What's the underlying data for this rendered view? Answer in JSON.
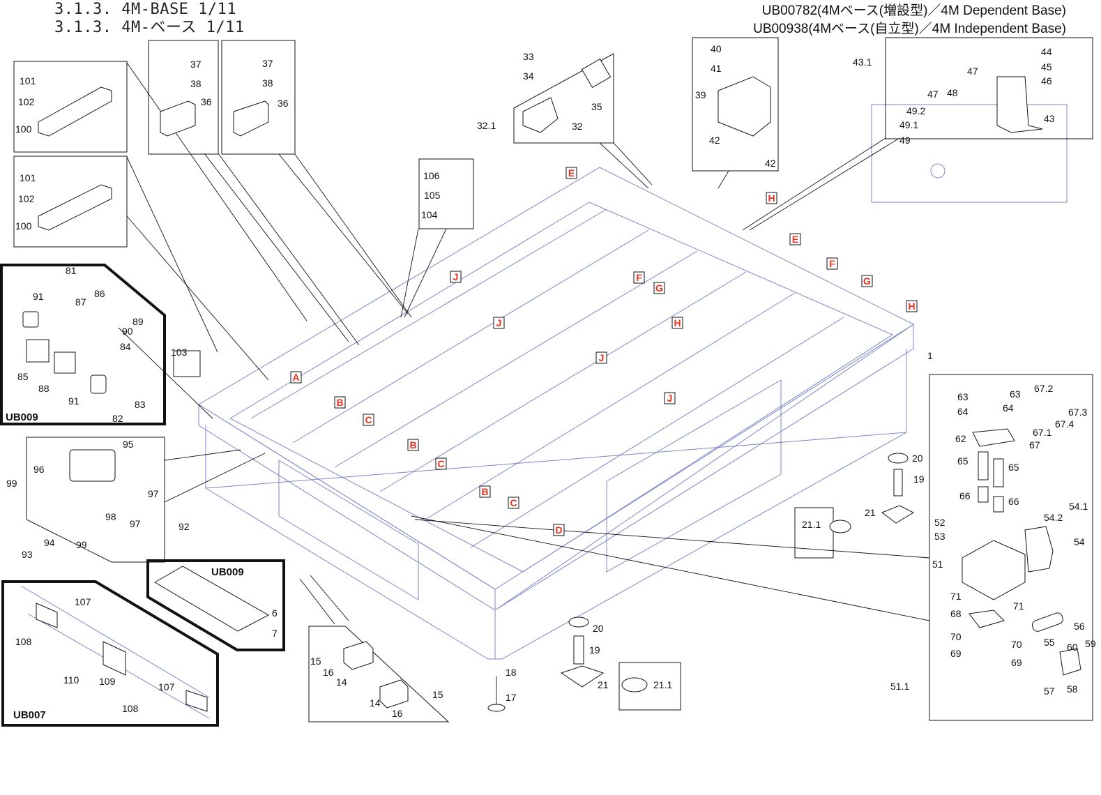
{
  "header": {
    "title_en": "3.1.3.  4M-BASE 1/11",
    "title_jp": "3.1.3.  4M-ベース 1/11",
    "model_dependent": "UB00782(4Mベース(増設型)／4M Dependent Base)",
    "model_independent": "UB00938(4Mベース(自立型)／4M Independent Base)"
  },
  "option_groups": [
    {
      "code": "UB009",
      "parts": [
        "81",
        "82",
        "83",
        "84",
        "85",
        "86",
        "87",
        "88",
        "89",
        "90",
        "91"
      ]
    },
    {
      "code": "UB009",
      "parts": [
        "6",
        "7"
      ]
    },
    {
      "code": "UB007",
      "parts": [
        "107",
        "108",
        "109",
        "110"
      ]
    }
  ],
  "markers": [
    "A",
    "B",
    "C",
    "D",
    "E",
    "F",
    "G",
    "H",
    "J"
  ],
  "labels": {
    "p1": "1",
    "p6": "6",
    "p7": "7",
    "p14": "14",
    "p15": "15",
    "p16": "16",
    "p17": "17",
    "p18": "18",
    "p19": "19",
    "p20": "20",
    "p21": "21",
    "p21_1": "21.1",
    "p32": "32",
    "p32_1": "32.1",
    "p33": "33",
    "p34": "34",
    "p35": "35",
    "p36": "36",
    "p37": "37",
    "p38": "38",
    "p39": "39",
    "p40": "40",
    "p41": "41",
    "p42": "42",
    "p43": "43",
    "p43_1": "43.1",
    "p44": "44",
    "p45": "45",
    "p46": "46",
    "p47": "47",
    "p48": "48",
    "p49": "49",
    "p49_1": "49.1",
    "p49_2": "49.2",
    "p51": "51",
    "p51_1": "51.1",
    "p52": "52",
    "p53": "53",
    "p54": "54",
    "p54_1": "54.1",
    "p54_2": "54.2",
    "p55": "55",
    "p56": "56",
    "p57": "57",
    "p58": "58",
    "p59": "59",
    "p60": "60",
    "p62": "62",
    "p63": "63",
    "p64": "64",
    "p65": "65",
    "p66": "66",
    "p67": "67",
    "p67_1": "67.1",
    "p67_2": "67.2",
    "p67_3": "67.3",
    "p67_4": "67.4",
    "p68": "68",
    "p69": "69",
    "p70": "70",
    "p71": "71",
    "p81": "81",
    "p82": "82",
    "p83": "83",
    "p84": "84",
    "p85": "85",
    "p86": "86",
    "p87": "87",
    "p88": "88",
    "p89": "89",
    "p90": "90",
    "p91": "91",
    "p92": "92",
    "p93": "93",
    "p94": "94",
    "p95": "95",
    "p96": "96",
    "p97": "97",
    "p98": "98",
    "p99": "99",
    "p100": "100",
    "p101": "101",
    "p102": "102",
    "p103": "103",
    "p104": "104",
    "p105": "105",
    "p106": "106",
    "p107": "107",
    "p108": "108",
    "p109": "109",
    "p110": "110"
  }
}
